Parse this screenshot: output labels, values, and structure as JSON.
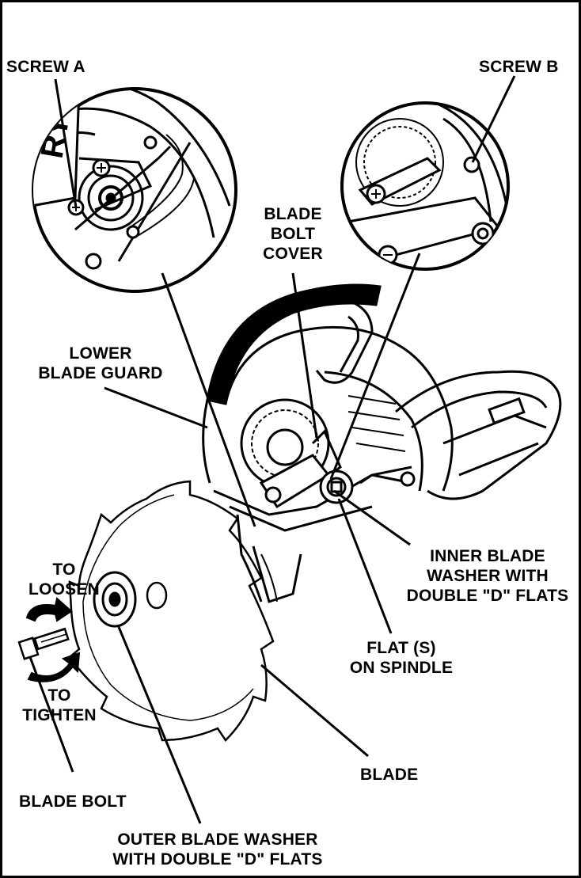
{
  "labels": {
    "screw_a": "SCREW A",
    "screw_b": "SCREW B",
    "blade_bolt_cover": "BLADE\nBOLT\nCOVER",
    "lower_blade_guard": "LOWER\nBLADE GUARD",
    "inner_blade_washer": "INNER BLADE\nWASHER WITH\nDOUBLE \"D\" FLATS",
    "to_loosen": "TO\nLOOSEN",
    "flat_on_spindle": "FLAT (S)\nON SPINDLE",
    "to_tighten": "TO\nTIGHTEN",
    "blade": "BLADE",
    "blade_bolt": "BLADE BOLT",
    "outer_blade_washer": "OUTER BLADE WASHER\nWITH DOUBLE \"D\" FLATS"
  },
  "logo_text": "RYO"
}
